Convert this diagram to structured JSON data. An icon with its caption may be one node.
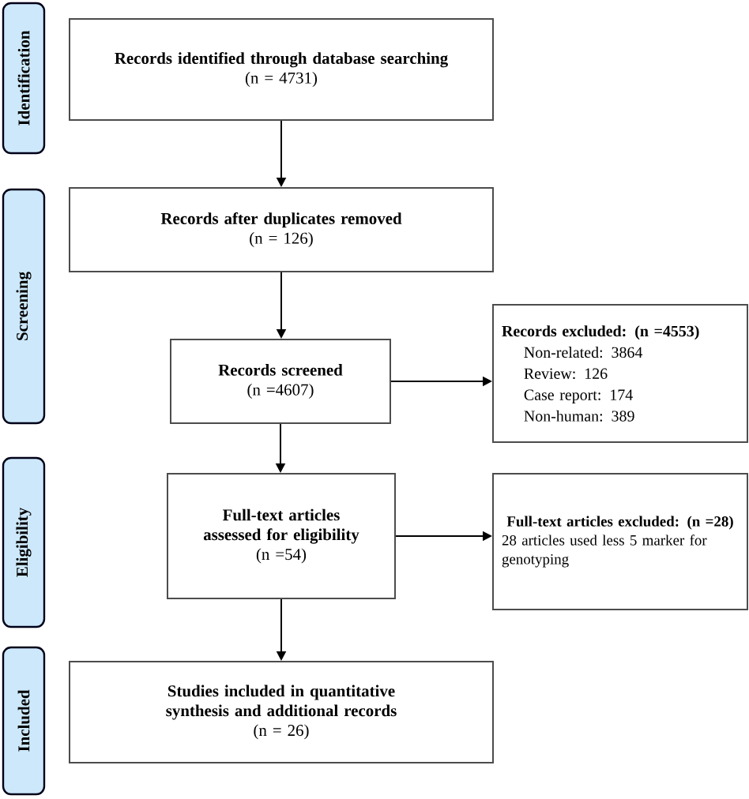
{
  "diagram": {
    "nodes": [
      {
        "text": [
          "Identification"
        ]
      },
      {
        "text": [
          "Records identified through database searching",
          "(n = 4731)"
        ]
      },
      {
        "text": [
          "Screening"
        ]
      },
      {
        "text": [
          "Records after duplicates removed",
          "(n = 126)"
        ]
      },
      {
        "text": [
          "Records screened",
          "(n =4607)"
        ]
      },
      {
        "text": [
          "Records excluded: (n =4553)",
          "Non-related: 3864",
          "Review: 126",
          "Case report: 174",
          "Non-human: 389"
        ]
      },
      {
        "text": [
          "Eligibility"
        ]
      },
      {
        "text": [
          "Full-text articles assessed for eligibility",
          "(n =54)"
        ]
      },
      {
        "text": [
          "Full-text articles excluded: (n =28)",
          "28 articles used less 5 marker for genotyping"
        ]
      },
      {
        "text": [
          "Included"
        ]
      },
      {
        "text": [
          "Studies included in quantitative synthesis and additional records",
          "(n = 26)"
        ]
      }
    ],
    "edges": [
      {
        "from": 1,
        "to": 3,
        "arrow": "to"
      },
      {
        "from": 3,
        "to": 4,
        "arrow": "to"
      },
      {
        "from": 4,
        "to": 5,
        "arrow": "to"
      },
      {
        "from": 4,
        "to": 7,
        "arrow": "to"
      },
      {
        "from": 7,
        "to": 8,
        "arrow": "to"
      },
      {
        "from": 7,
        "to": 10,
        "arrow": "to"
      }
    ]
  }
}
